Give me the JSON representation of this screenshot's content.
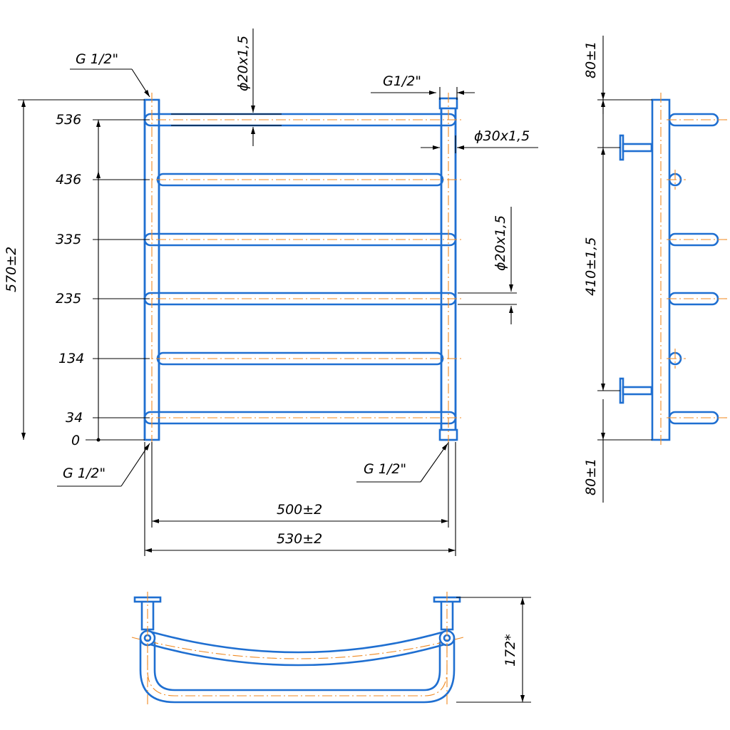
{
  "colors": {
    "outline": "#1f6fd1",
    "centerline": "#f08a22",
    "dimension": "#000000",
    "background": "#ffffff"
  },
  "front": {
    "levels": [
      "536",
      "436",
      "335",
      "235",
      "134",
      "34",
      "0"
    ],
    "height": "570±2",
    "inner_width": "500±2",
    "outer_width": "530±2",
    "thread_top_left": "G 1/2\"",
    "thread_top_right": "G1/2\"",
    "thread_bottom_left": "G 1/2\"",
    "thread_bottom_right": "G 1/2\"",
    "rail_dia_top": "ϕ20x1,5",
    "riser_dia": "ϕ30x1,5",
    "rail_dia_mid": "ϕ20x1,5"
  },
  "side": {
    "top_offset": "80±1",
    "mount_span": "410±1,5",
    "bottom_offset": "80±1"
  },
  "plan": {
    "depth": "172*"
  }
}
